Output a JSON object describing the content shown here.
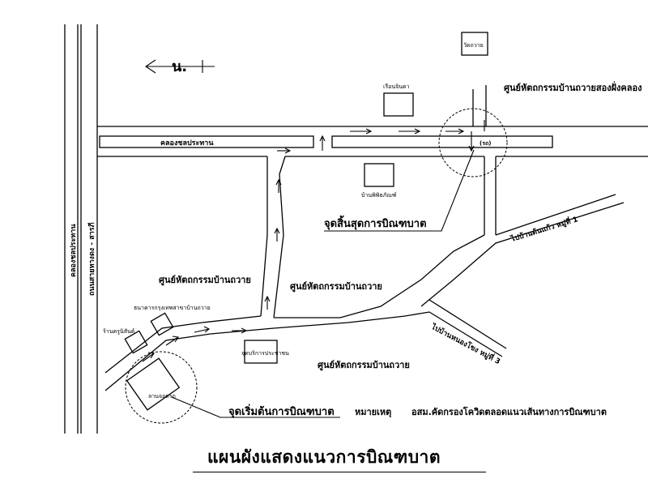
{
  "title": "แผนผังแสดงแนวการบิณฑบาต",
  "north": {
    "label": "น."
  },
  "roads": {
    "left_road": "ถนนสายหางดง - สารภี",
    "canal_left": "คลองชลประทาน",
    "canal_top": "คลองชลประทาน",
    "to_mu1": "ไปบ้านต้นแก้ว หมู่ที่ 1",
    "to_mu3": "ไปบ้านหนองโขง หมู่ที่ 3"
  },
  "places": {
    "wat_thawai": "วัดถวาย",
    "ruean_chindha": "เรือนจินดา",
    "ban_phiphitthaphan": "บ้านพิพิธภัณฑ์",
    "bank": "ธนาคารกรุงเทพสาขาบ้านถวาย",
    "shop": "ร้านครูนิสันต์",
    "service_point": "จุดบริการประชาชน",
    "lan_jod_rod": "ลานจอดรถ",
    "center_top_right": "ศูนย์หัตถกรรมบ้านถวายสองฝั่งคลอง",
    "center_left": "ศูนย์หัตถกรรมบ้านถวาย",
    "center_mid": "ศูนย์หัตถกรรมบ้านถวาย",
    "center_bottom": "ศูนย์หัตถกรรมบ้านถวาย",
    "bridge_sign": "(รถ)"
  },
  "labels": {
    "end_point": "จุดสิ้นสุดการบิณฑบาต",
    "start_point": "จุดเริ่มต้นการบิณฑบาต",
    "note_prefix": "หมายเหตุ",
    "note_text": "อสม.คัดกรองโควิดตลอดแนวเส้นทางการบิณฑบาต"
  }
}
